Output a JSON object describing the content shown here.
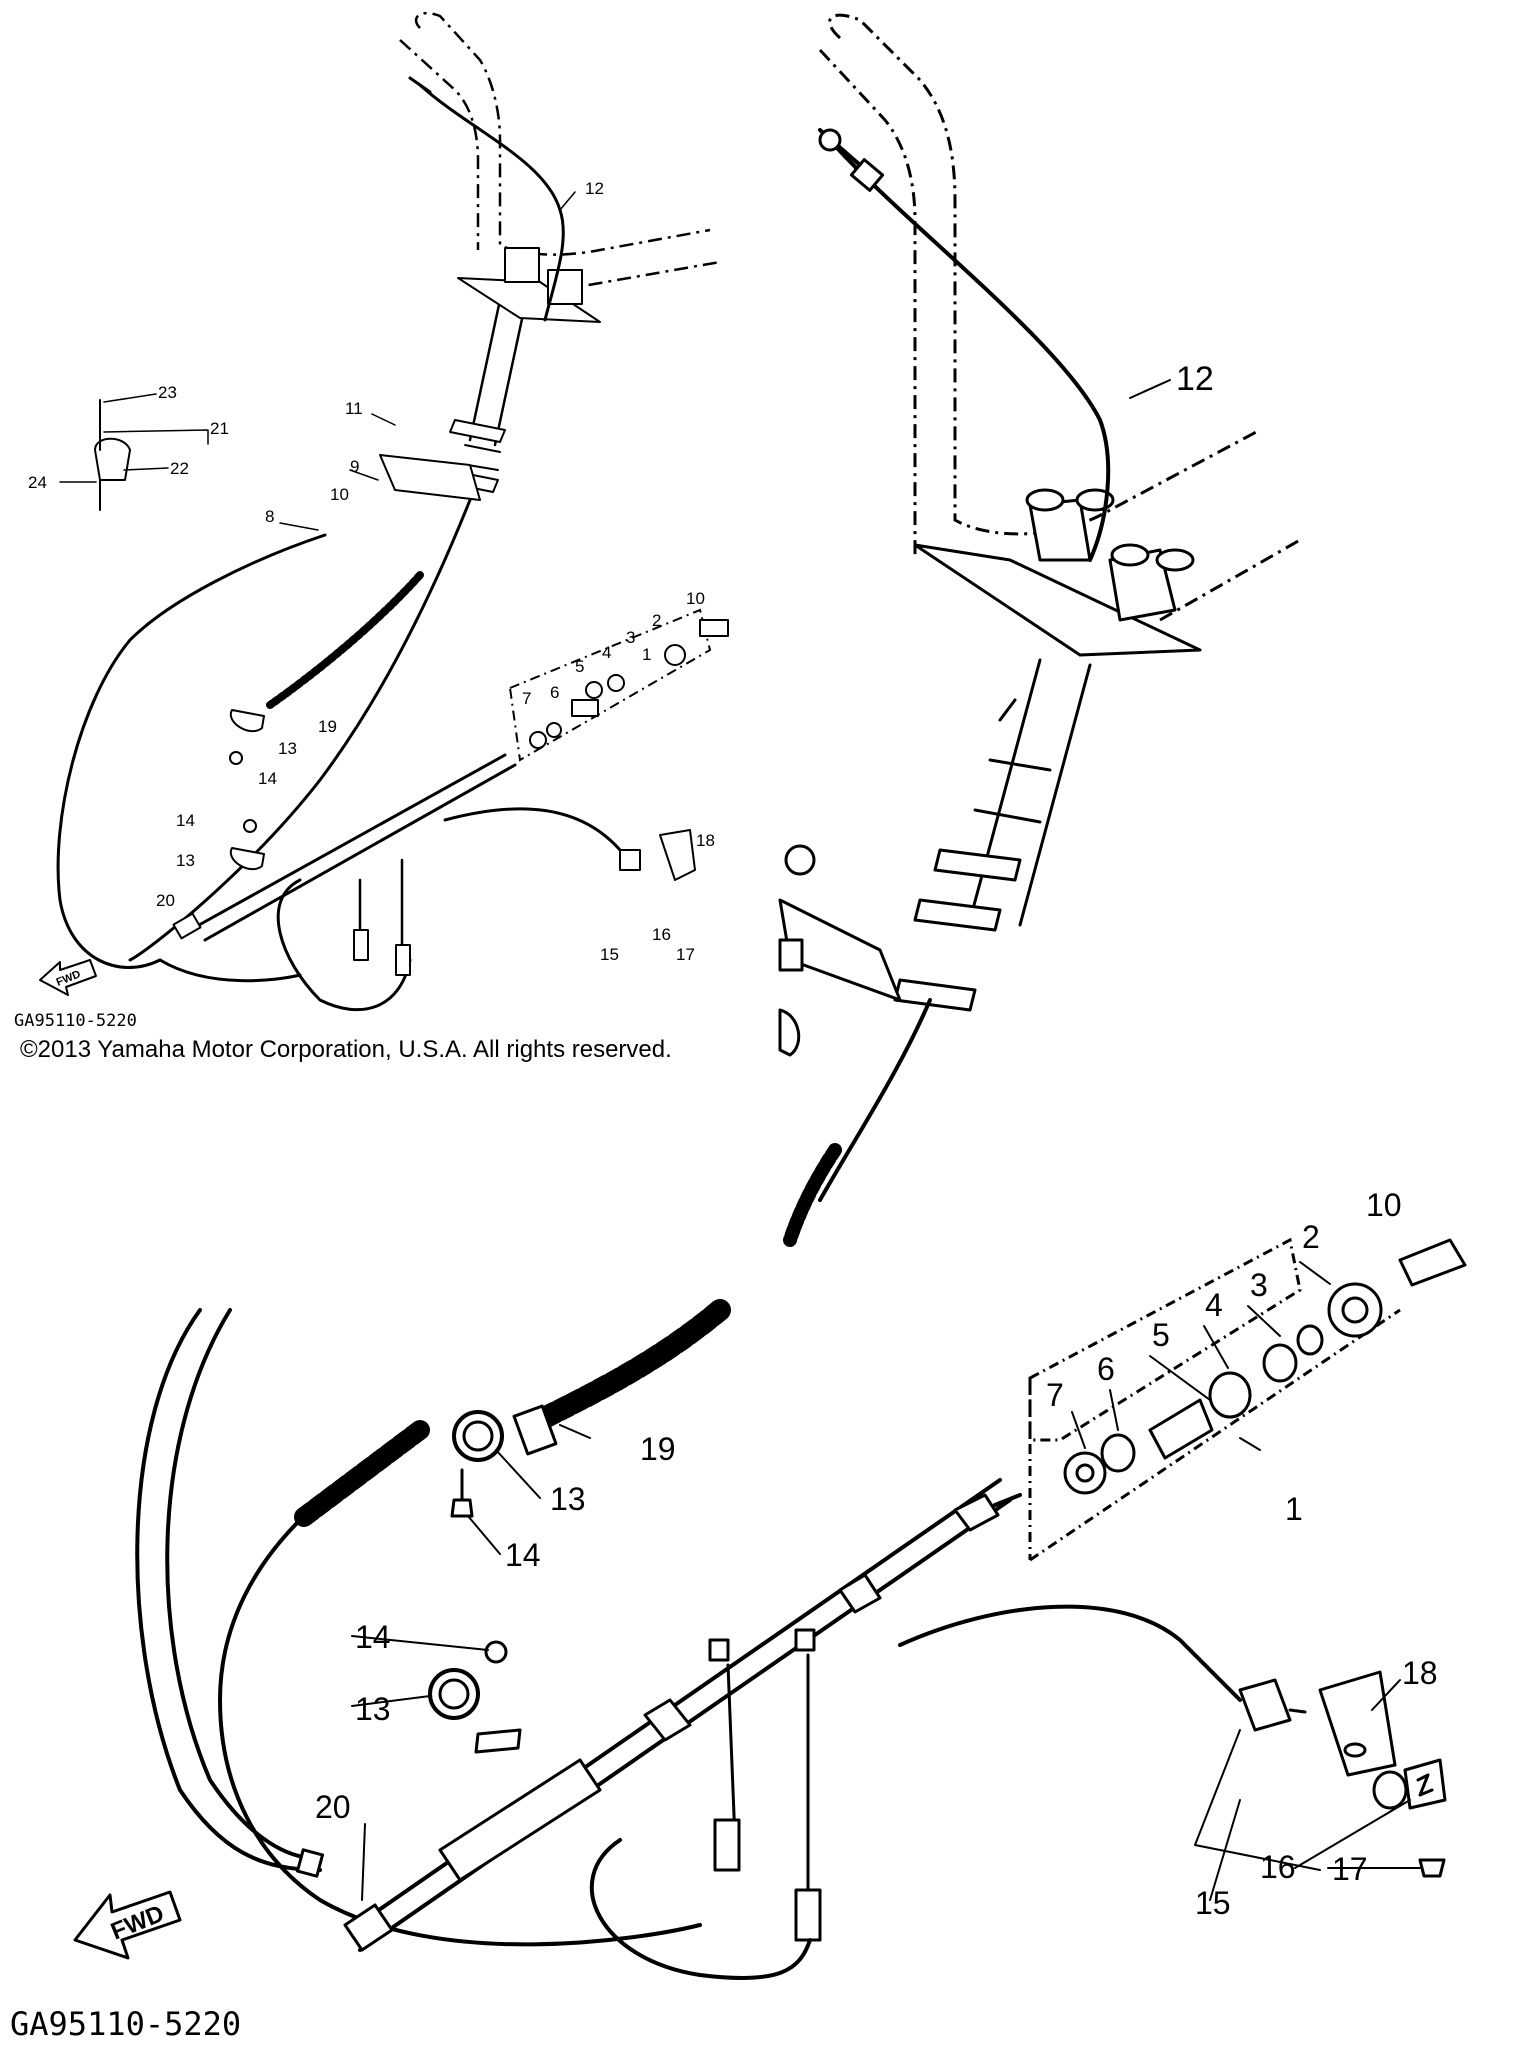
{
  "copyright": "©2013 Yamaha Motor Corporation, U.S.A. All rights reserved.",
  "diagram_code": "GA95110-5220",
  "fwd_label": "FWD",
  "overview_callouts": [
    "1",
    "2",
    "3",
    "4",
    "5",
    "6",
    "7",
    "8",
    "9",
    "10",
    "10",
    "11",
    "12",
    "13",
    "13",
    "14",
    "14",
    "15",
    "16",
    "17",
    "18",
    "19",
    "20",
    "21",
    "22",
    "23",
    "24"
  ],
  "upper_detail_callouts": [
    "12"
  ],
  "lower_detail_callouts": [
    "1",
    "2",
    "3",
    "4",
    "5",
    "6",
    "7",
    "10",
    "13",
    "13",
    "14",
    "14",
    "15",
    "16",
    "17",
    "18",
    "19",
    "20"
  ]
}
